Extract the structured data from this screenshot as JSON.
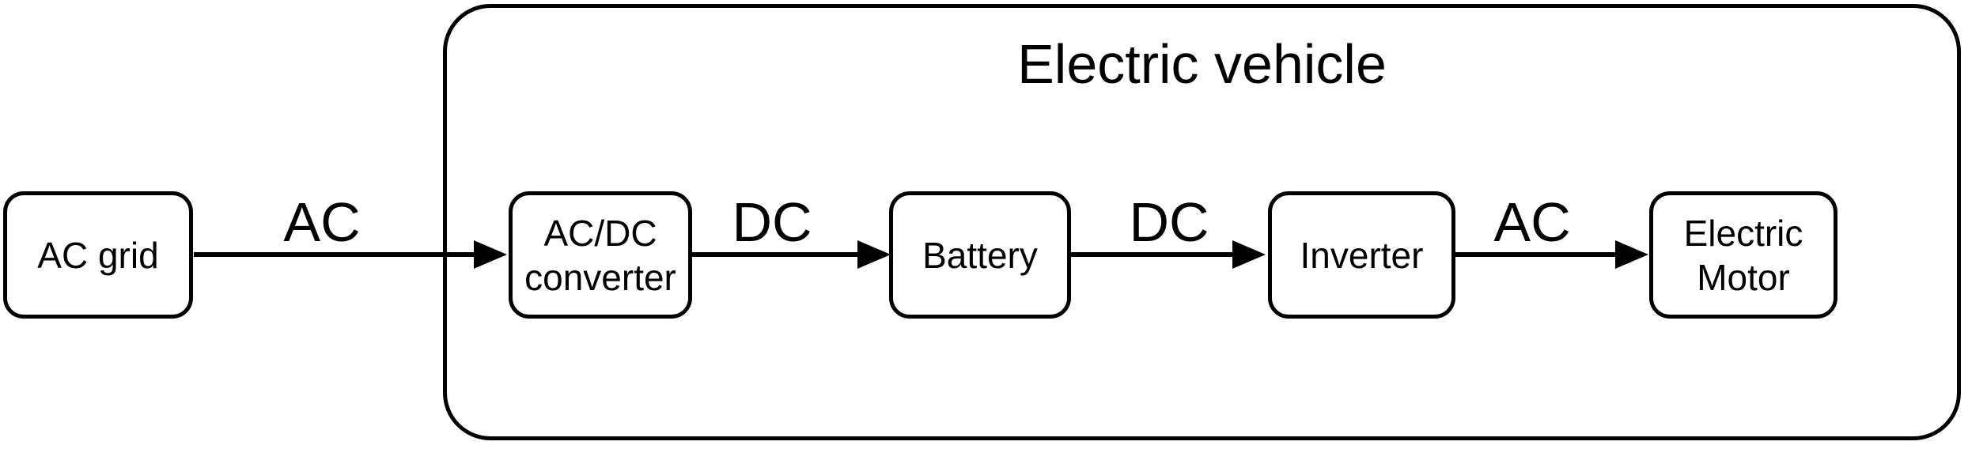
{
  "diagram": {
    "title": "Electric vehicle",
    "nodes": [
      {
        "id": "ac-grid",
        "label": "AC grid"
      },
      {
        "id": "acdc-converter",
        "label": "AC/DC converter"
      },
      {
        "id": "battery",
        "label": "Battery"
      },
      {
        "id": "inverter",
        "label": "Inverter"
      },
      {
        "id": "electric-motor",
        "label": "Electric Motor"
      }
    ],
    "edges": [
      {
        "from": "ac-grid",
        "to": "acdc-converter",
        "label": "AC"
      },
      {
        "from": "acdc-converter",
        "to": "battery",
        "label": "DC"
      },
      {
        "from": "battery",
        "to": "inverter",
        "label": "DC"
      },
      {
        "from": "inverter",
        "to": "electric-motor",
        "label": "AC"
      }
    ],
    "colors": {
      "stroke": "#000000",
      "background": "#ffffff",
      "text": "#000000"
    }
  }
}
